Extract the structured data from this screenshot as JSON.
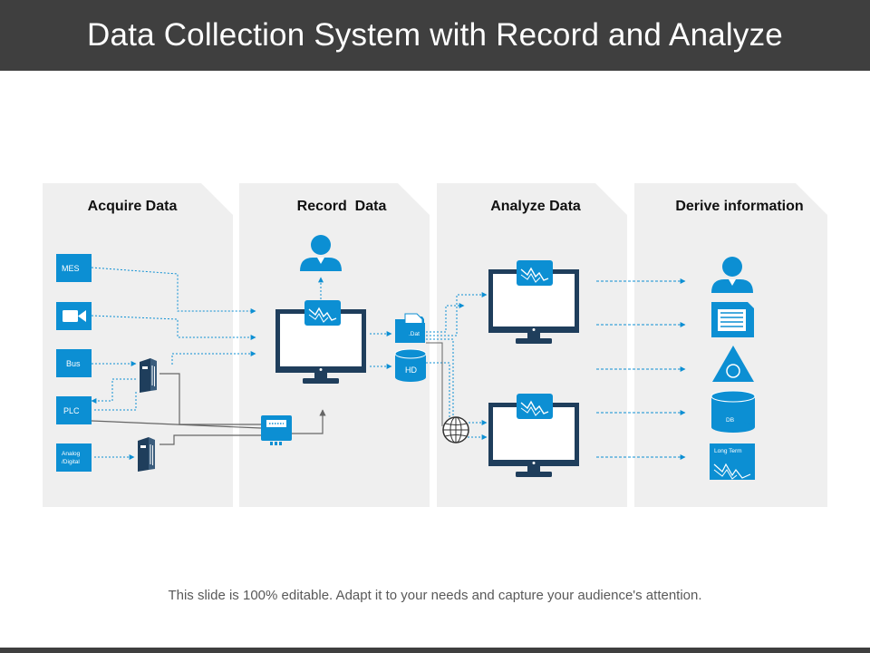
{
  "title": "Data Collection System with Record and Analyze",
  "footer": "This slide is 100% editable. Adapt it to your needs and capture your audience's attention.",
  "colors": {
    "primary": "#0c8fd3",
    "dark": "#1f3e5c",
    "panel": "#efefef",
    "title_bar": "#3f3f3f"
  },
  "panels": [
    {
      "title": "Acquire Data"
    },
    {
      "title": "Record  Data"
    },
    {
      "title": "Analyze Data"
    },
    {
      "title": "Derive information"
    }
  ],
  "acquire": {
    "mes": "MES",
    "bus": "Bus",
    "plc": "PLC",
    "analog_line1": "Analog",
    "analog_line2": "/Digital"
  },
  "record": {
    "dat": ".Dat",
    "hd": "HD"
  },
  "derive": {
    "db": "DB",
    "long_term": "Long Term"
  }
}
